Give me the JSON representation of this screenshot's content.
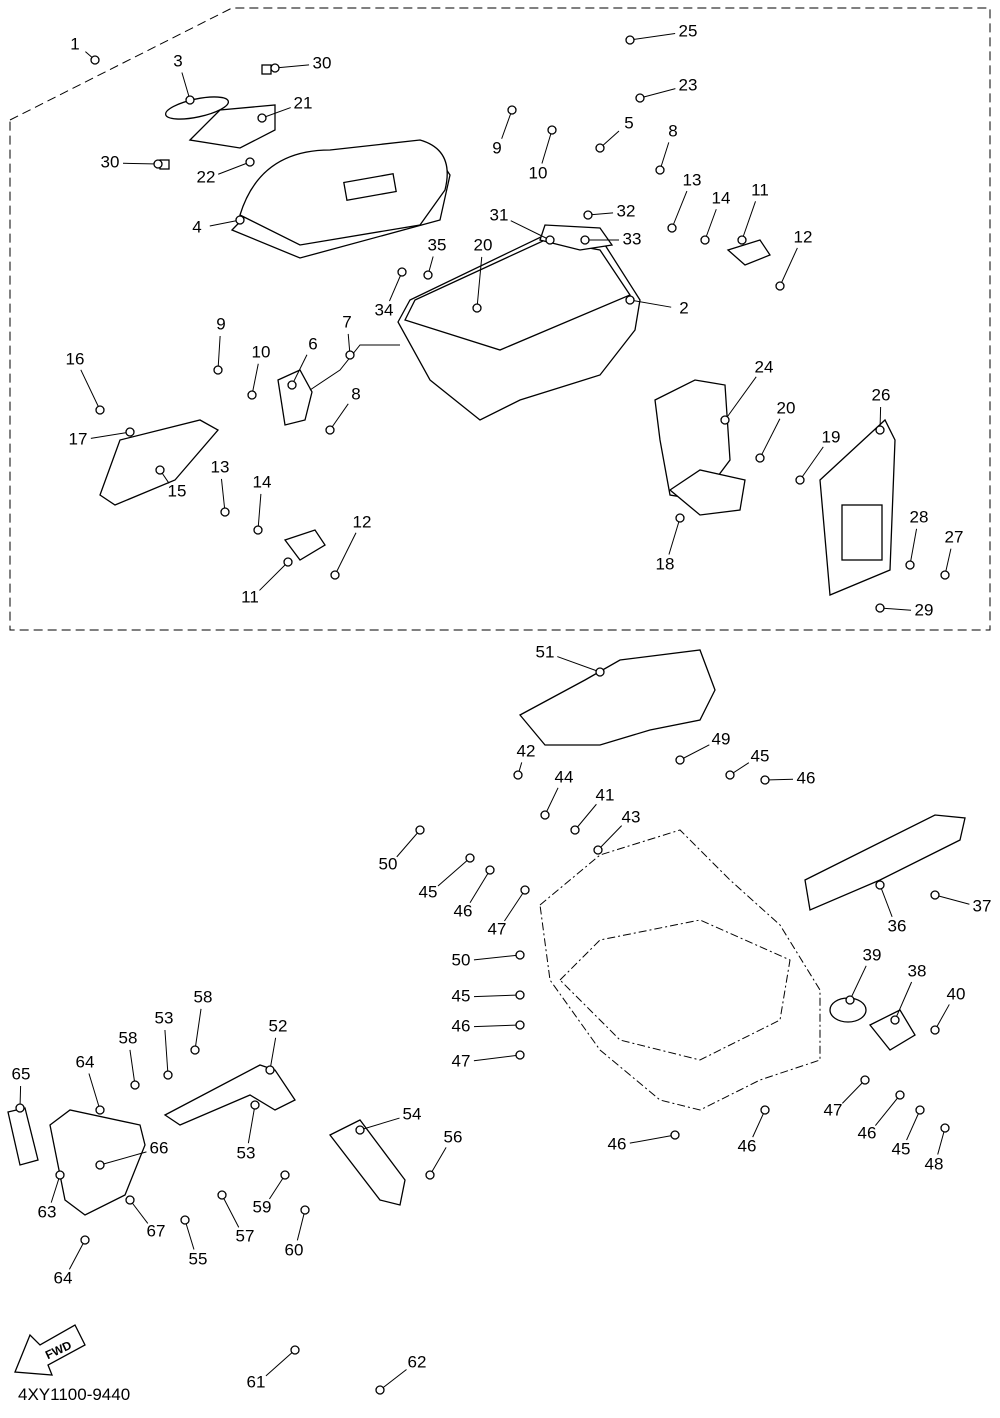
{
  "diagram": {
    "part_code": "4XY1100-9440",
    "fwd_label": "FWD",
    "callouts": [
      "1",
      "3",
      "30",
      "21",
      "25",
      "23",
      "9",
      "5",
      "8",
      "10",
      "30",
      "22",
      "13",
      "11",
      "14",
      "32",
      "31",
      "33",
      "12",
      "4",
      "35",
      "20",
      "34",
      "2",
      "9",
      "10",
      "6",
      "7",
      "16",
      "24",
      "8",
      "26",
      "20",
      "17",
      "19",
      "15",
      "13",
      "14",
      "12",
      "28",
      "27",
      "18",
      "11",
      "29",
      "51",
      "42",
      "49",
      "45",
      "46",
      "44",
      "41",
      "43",
      "50",
      "45",
      "46",
      "47",
      "36",
      "37",
      "50",
      "39",
      "38",
      "40",
      "45",
      "46",
      "58",
      "53",
      "52",
      "58",
      "47",
      "64",
      "65",
      "54",
      "56",
      "53",
      "47",
      "46",
      "45",
      "48",
      "46",
      "46",
      "66",
      "59",
      "63",
      "67",
      "57",
      "55",
      "60",
      "64",
      "62",
      "61"
    ]
  }
}
